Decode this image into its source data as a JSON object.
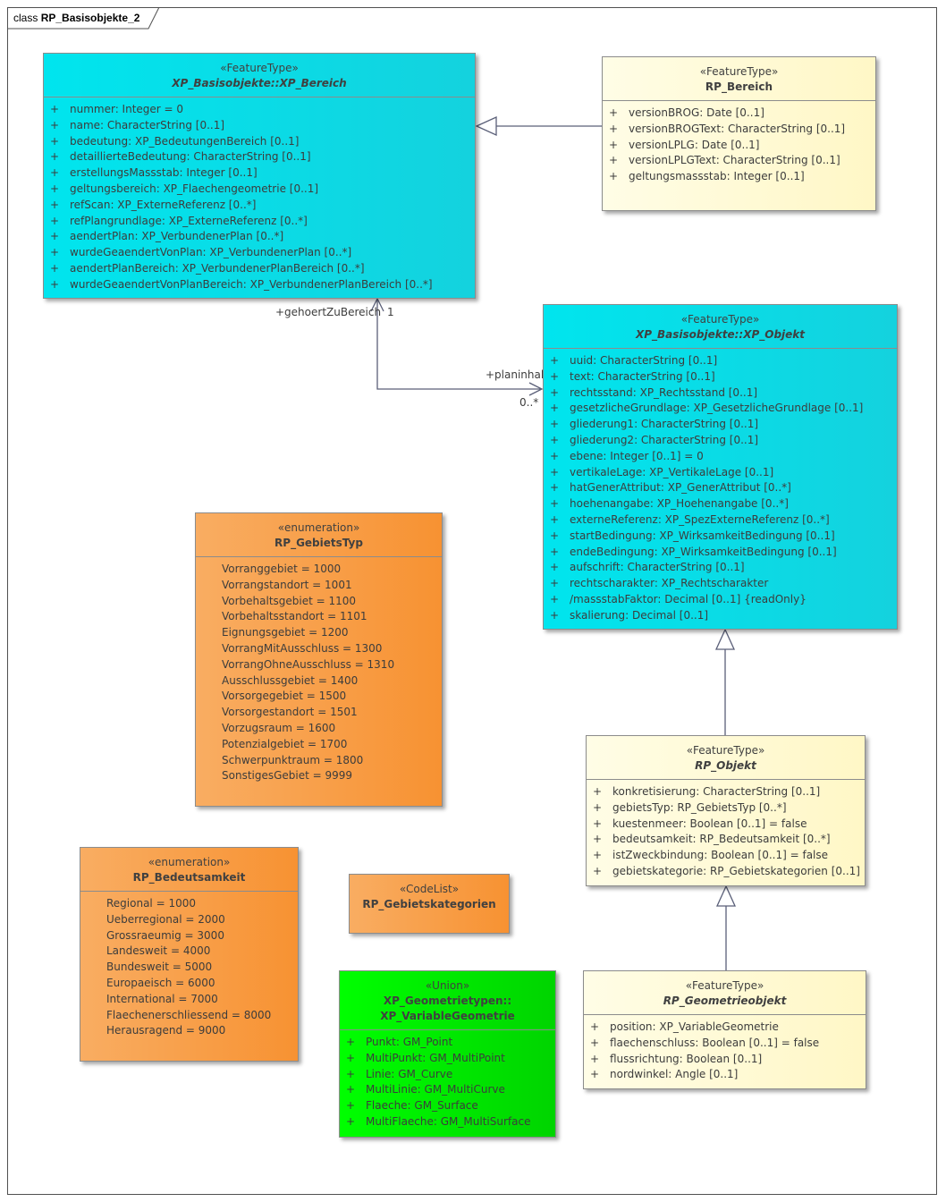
{
  "diagram": {
    "kind": "class",
    "name": "RP_Basisobjekte_2"
  },
  "classes": {
    "xp_bereich": {
      "stereotype": "«FeatureType»",
      "name": "XP_Basisobjekte::XP_Bereich",
      "attributes": [
        {
          "vis": "+",
          "text": "nummer: Integer = 0"
        },
        {
          "vis": "+",
          "text": "name: CharacterString [0..1]"
        },
        {
          "vis": "+",
          "text": "bedeutung: XP_BedeutungenBereich [0..1]"
        },
        {
          "vis": "+",
          "text": "detaillierteBedeutung: CharacterString [0..1]"
        },
        {
          "vis": "+",
          "text": "erstellungsMassstab: Integer [0..1]"
        },
        {
          "vis": "+",
          "text": "geltungsbereich: XP_Flaechengeometrie [0..1]"
        },
        {
          "vis": "+",
          "text": "refScan: XP_ExterneReferenz [0..*]"
        },
        {
          "vis": "+",
          "text": "refPlangrundlage: XP_ExterneReferenz [0..*]"
        },
        {
          "vis": "+",
          "text": "aendertPlan: XP_VerbundenerPlan [0..*]"
        },
        {
          "vis": "+",
          "text": "wurdeGeaendertVonPlan: XP_VerbundenerPlan [0..*]"
        },
        {
          "vis": "+",
          "text": "aendertPlanBereich: XP_VerbundenerPlanBereich [0..*]"
        },
        {
          "vis": "+",
          "text": "wurdeGeaendertVonPlanBereich: XP_VerbundenerPlanBereich [0..*]"
        }
      ]
    },
    "rp_bereich": {
      "stereotype": "«FeatureType»",
      "name": "RP_Bereich",
      "attributes": [
        {
          "vis": "+",
          "text": "versionBROG: Date [0..1]"
        },
        {
          "vis": "+",
          "text": "versionBROGText: CharacterString [0..1]"
        },
        {
          "vis": "+",
          "text": "versionLPLG: Date [0..1]"
        },
        {
          "vis": "+",
          "text": "versionLPLGText: CharacterString [0..1]"
        },
        {
          "vis": "+",
          "text": "geltungsmassstab: Integer [0..1]"
        }
      ]
    },
    "xp_objekt": {
      "stereotype": "«FeatureType»",
      "name": "XP_Basisobjekte::XP_Objekt",
      "attributes": [
        {
          "vis": "+",
          "text": "uuid: CharacterString [0..1]"
        },
        {
          "vis": "+",
          "text": "text: CharacterString [0..1]"
        },
        {
          "vis": "+",
          "text": "rechtsstand: XP_Rechtsstand [0..1]"
        },
        {
          "vis": "+",
          "text": "gesetzlicheGrundlage: XP_GesetzlicheGrundlage [0..1]"
        },
        {
          "vis": "+",
          "text": "gliederung1: CharacterString [0..1]"
        },
        {
          "vis": "+",
          "text": "gliederung2: CharacterString [0..1]"
        },
        {
          "vis": "+",
          "text": "ebene: Integer [0..1] = 0"
        },
        {
          "vis": "+",
          "text": "vertikaleLage: XP_VertikaleLage [0..1]"
        },
        {
          "vis": "+",
          "text": "hatGenerAttribut: XP_GenerAttribut [0..*]"
        },
        {
          "vis": "+",
          "text": "hoehenangabe: XP_Hoehenangabe [0..*]"
        },
        {
          "vis": "+",
          "text": "externeReferenz: XP_SpezExterneReferenz [0..*]"
        },
        {
          "vis": "+",
          "text": "startBedingung: XP_WirksamkeitBedingung [0..1]"
        },
        {
          "vis": "+",
          "text": "endeBedingung: XP_WirksamkeitBedingung [0..1]"
        },
        {
          "vis": "+",
          "text": "aufschrift: CharacterString [0..1]"
        },
        {
          "vis": "+",
          "text": "rechtscharakter: XP_Rechtscharakter"
        },
        {
          "vis": "+",
          "text": "/massstabFaktor: Decimal [0..1] {readOnly}"
        },
        {
          "vis": "+",
          "text": "skalierung: Decimal [0..1]"
        }
      ]
    },
    "rp_gebietstyp": {
      "stereotype": "«enumeration»",
      "name": "RP_GebietsTyp",
      "literals": [
        "Vorranggebiet = 1000",
        "Vorrangstandort = 1001",
        "Vorbehaltsgebiet = 1100",
        "Vorbehaltsstandort = 1101",
        "Eignungsgebiet = 1200",
        "VorrangMitAusschluss = 1300",
        "VorrangOhneAusschluss = 1310",
        "Ausschlussgebiet = 1400",
        "Vorsorgegebiet = 1500",
        "Vorsorgestandort = 1501",
        "Vorzugsraum = 1600",
        "Potenzialgebiet = 1700",
        "Schwerpunktraum = 1800",
        "SonstigesGebiet = 9999"
      ]
    },
    "rp_objekt": {
      "stereotype": "«FeatureType»",
      "name": "RP_Objekt",
      "attributes": [
        {
          "vis": "+",
          "text": "konkretisierung: CharacterString [0..1]"
        },
        {
          "vis": "+",
          "text": "gebietsTyp: RP_GebietsTyp [0..*]"
        },
        {
          "vis": "+",
          "text": "kuestenmeer: Boolean [0..1] = false"
        },
        {
          "vis": "+",
          "text": "bedeutsamkeit: RP_Bedeutsamkeit [0..*]"
        },
        {
          "vis": "+",
          "text": "istZweckbindung: Boolean [0..1] = false"
        },
        {
          "vis": "+",
          "text": "gebietskategorie: RP_Gebietskategorien [0..1]"
        }
      ]
    },
    "rp_bedeutsamkeit": {
      "stereotype": "«enumeration»",
      "name": "RP_Bedeutsamkeit",
      "literals": [
        "Regional = 1000",
        "Ueberregional = 2000",
        "Grossraeumig = 3000",
        "Landesweit = 4000",
        "Bundesweit = 5000",
        "Europaeisch = 6000",
        "International = 7000",
        "Flaechenerschliessend = 8000",
        "Herausragend = 9000"
      ]
    },
    "rp_gebietskategorien": {
      "stereotype": "«CodeList»",
      "name": "RP_Gebietskategorien"
    },
    "xp_variablegeometrie": {
      "stereotype": "«Union»",
      "name_line1": "XP_Geometrietypen::",
      "name_line2": "XP_VariableGeometrie",
      "attributes": [
        {
          "vis": "+",
          "text": "Punkt: GM_Point"
        },
        {
          "vis": "+",
          "text": "MultiPunkt: GM_MultiPoint"
        },
        {
          "vis": "+",
          "text": "Linie: GM_Curve"
        },
        {
          "vis": "+",
          "text": "MultiLinie: GM_MultiCurve"
        },
        {
          "vis": "+",
          "text": "Flaeche: GM_Surface"
        },
        {
          "vis": "+",
          "text": "MultiFlaeche: GM_MultiSurface"
        }
      ]
    },
    "rp_geometrieobjekt": {
      "stereotype": "«FeatureType»",
      "name": "RP_Geometrieobjekt",
      "attributes": [
        {
          "vis": "+",
          "text": "position: XP_VariableGeometrie"
        },
        {
          "vis": "+",
          "text": "flaechenschluss: Boolean [0..1] = false"
        },
        {
          "vis": "+",
          "text": "flussrichtung: Boolean [0..1]"
        },
        {
          "vis": "+",
          "text": "nordwinkel: Angle [0..1]"
        }
      ]
    }
  },
  "associations": {
    "bereich_objekt": {
      "source_role": "+gehoertZuBereich",
      "source_multiplicity": "1",
      "target_role": "+planinhalt",
      "target_multiplicity": "0..*"
    }
  },
  "generalizations": [
    {
      "child": "RP_Bereich",
      "parent": "XP_Basisobjekte::XP_Bereich"
    },
    {
      "child": "RP_Objekt",
      "parent": "XP_Basisobjekte::XP_Objekt"
    },
    {
      "child": "RP_Geometrieobjekt",
      "parent": "RP_Objekt"
    }
  ],
  "colors": {
    "featuretype_xp": "#00e5ee",
    "featuretype_rp": "#fffbd6",
    "enumeration": "#f9a04a",
    "union": "#00ee00",
    "line": "#5a5f78"
  }
}
